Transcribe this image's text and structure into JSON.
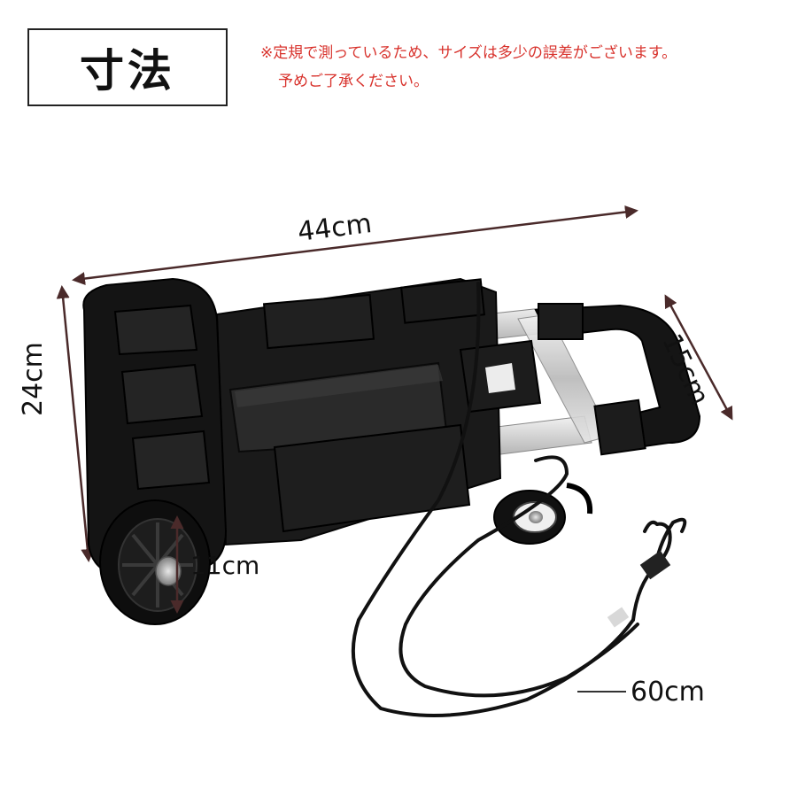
{
  "header": {
    "title": "寸法",
    "note_line1": "※定規で測っているため、サイズは多少の誤差がございます。",
    "note_line2": "予めご了承ください。"
  },
  "dimensions": {
    "length": "44cm",
    "width": "24cm",
    "handle_depth": "15cm",
    "wheel": "11cm",
    "cord": "60cm"
  },
  "colors": {
    "note_red": "#d8322c",
    "body_black": "#151515",
    "frame_silver": "#c9c9c9"
  }
}
